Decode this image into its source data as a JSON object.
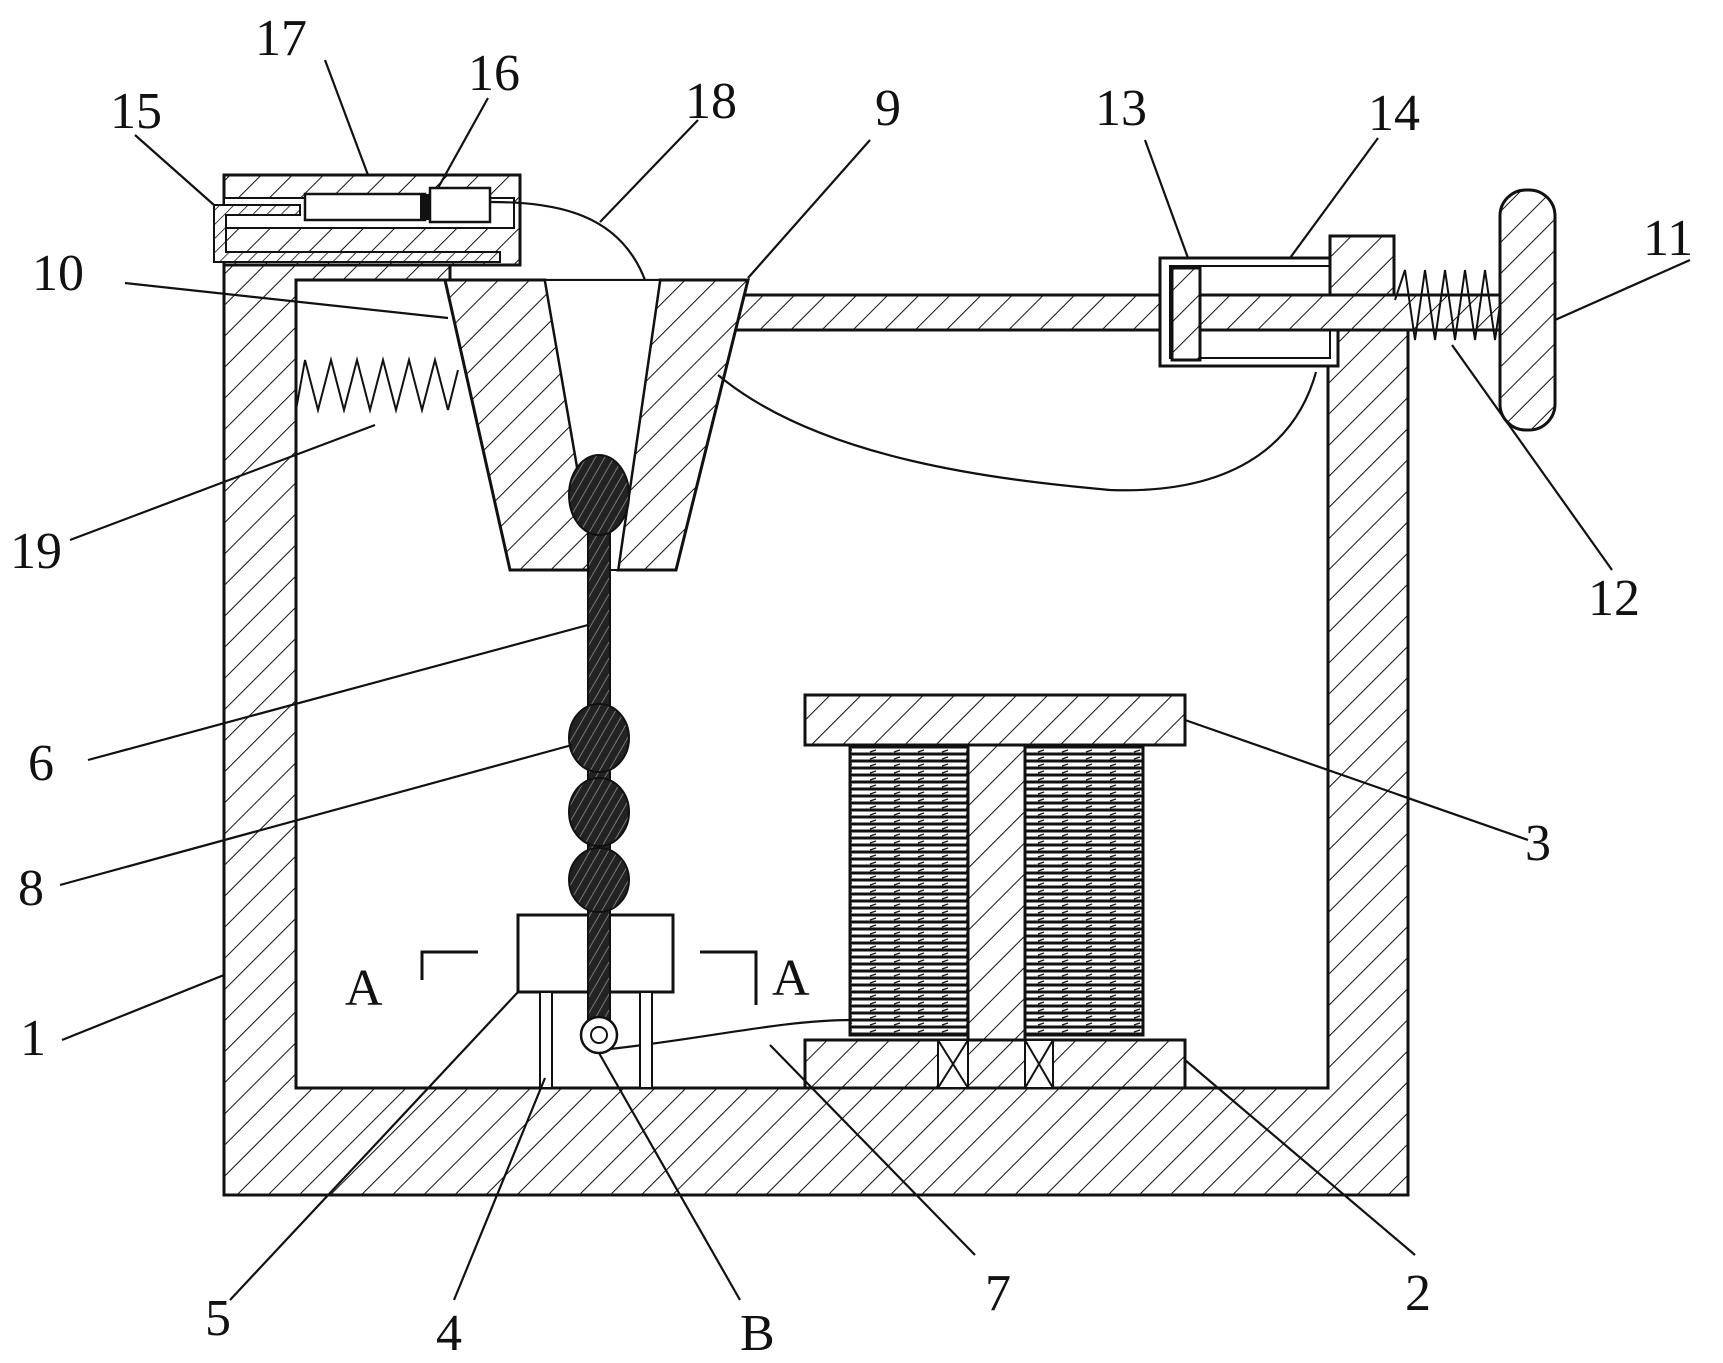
{
  "labels": {
    "l1": "1",
    "l2": "2",
    "l3": "3",
    "l4": "4",
    "l5": "5",
    "l6": "6",
    "l7": "7",
    "l8": "8",
    "l9": "9",
    "l10": "10",
    "l11": "11",
    "l12": "12",
    "l13": "13",
    "l14": "14",
    "l15": "15",
    "l16": "16",
    "l17": "17",
    "l18": "18",
    "l19": "19",
    "section_left": "A",
    "section_right": "A",
    "detail": "B"
  },
  "colors": {
    "line": "#111111",
    "background": "#ffffff"
  }
}
